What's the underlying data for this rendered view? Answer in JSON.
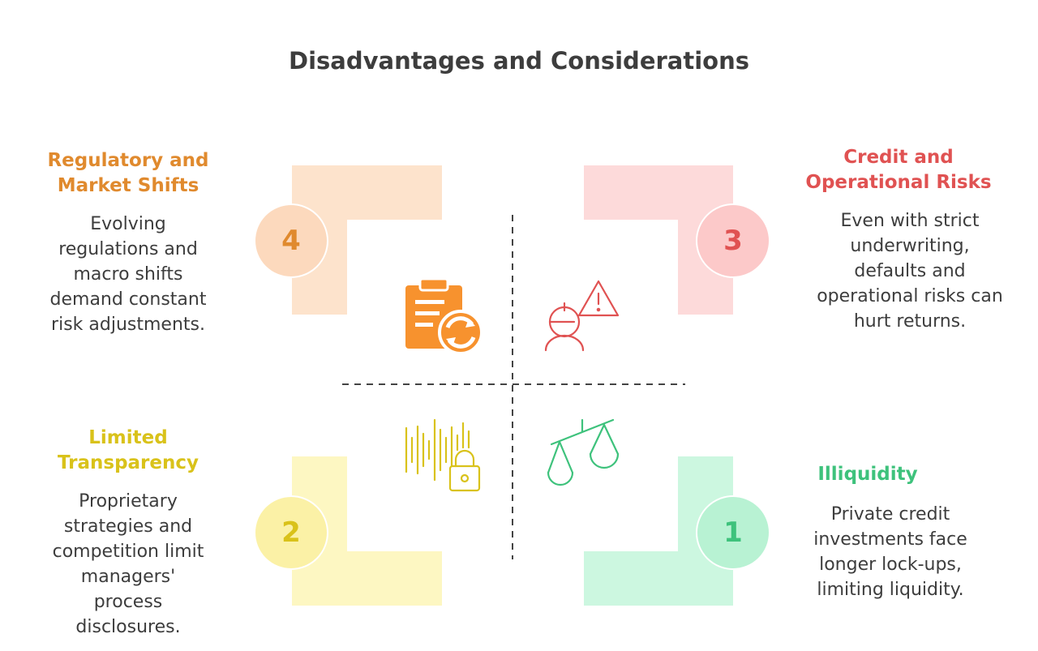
{
  "title": "Disadvantages and Considerations",
  "quadrants": [
    {
      "number": "4",
      "heading_lines": [
        "Regulatory and",
        "Market Shifts"
      ],
      "desc_lines": [
        "Evolving",
        "regulations and",
        "macro shifts",
        "demand constant",
        "risk adjustments."
      ],
      "icon": "clipboard-refresh-icon",
      "color": "#e08a2e",
      "fill": "#fde3cc",
      "circle": "#fcd9bd"
    },
    {
      "number": "3",
      "heading_lines": [
        "Credit and",
        "Operational Risks"
      ],
      "desc_lines": [
        "Even with strict",
        "underwriting,",
        "defaults and",
        "operational risks can",
        "hurt returns."
      ],
      "icon": "person-warning-icon",
      "color": "#e05252",
      "fill": "#fddada",
      "circle": "#fcc9c9"
    },
    {
      "number": "2",
      "heading_lines": [
        "Limited",
        "Transparency"
      ],
      "desc_lines": [
        "Proprietary",
        "strategies and",
        "competition limit",
        "managers'",
        "process",
        "disclosures."
      ],
      "icon": "audio-lock-icon",
      "color": "#d9c21a",
      "fill": "#fdf7c2",
      "circle": "#fbf1a6"
    },
    {
      "number": "1",
      "heading_lines": [
        "Illiquidity"
      ],
      "desc_lines": [
        "Private credit",
        "investments face",
        "longer lock-ups,",
        "limiting liquidity."
      ],
      "icon": "balance-scale-icon",
      "color": "#3ec27c",
      "fill": "#ccf7e0",
      "circle": "#b8f2d3"
    }
  ]
}
